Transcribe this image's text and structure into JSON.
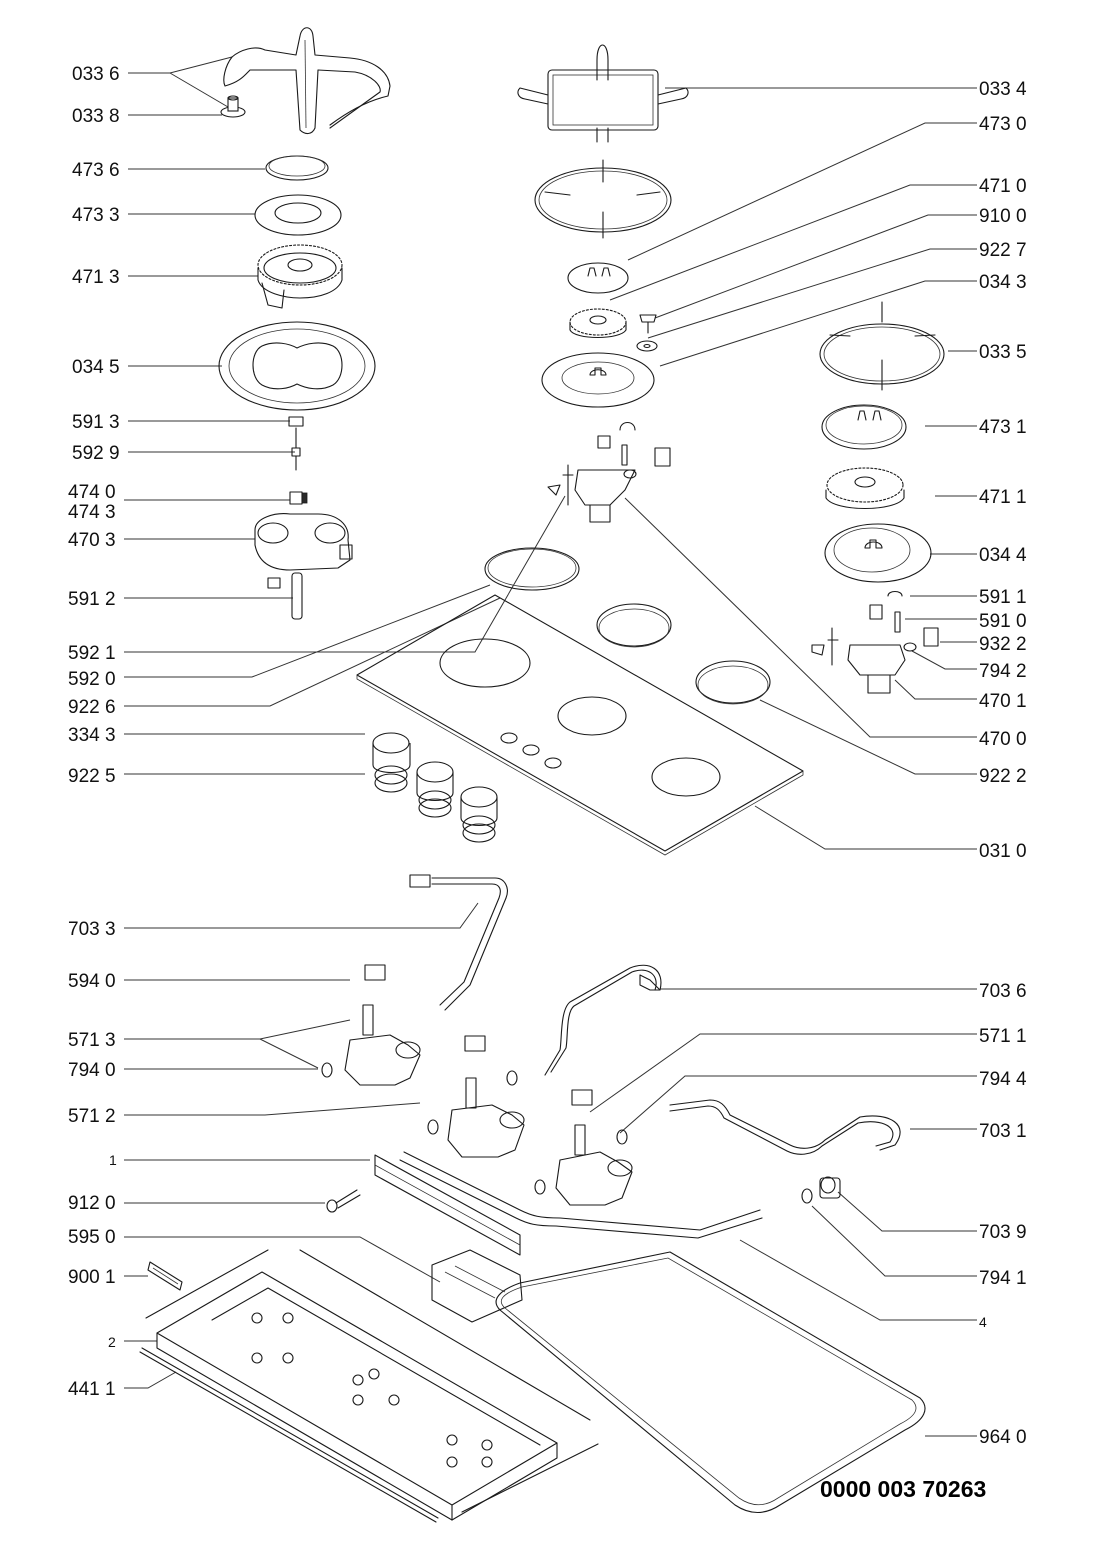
{
  "diagram": {
    "type": "exploded-parts-view",
    "subject": "gas hob",
    "background": "#ffffff",
    "line_color": "#1a1a1a",
    "document_code": "0000 003 70263"
  },
  "callouts_left": [
    {
      "id": "0336",
      "label": "033 6",
      "part": "pan-support-large"
    },
    {
      "id": "0338",
      "label": "033 8",
      "part": "rubber-foot"
    },
    {
      "id": "4736",
      "label": "473 6",
      "part": "burner-cap-inner"
    },
    {
      "id": "4733",
      "label": "473 3",
      "part": "burner-cap-ring"
    },
    {
      "id": "4713",
      "label": "471 3",
      "part": "burner-head-wok"
    },
    {
      "id": "0345",
      "label": "034 5",
      "part": "drip-pan-large"
    },
    {
      "id": "5913",
      "label": "591 3",
      "part": "clip"
    },
    {
      "id": "5929",
      "label": "592 9",
      "part": "thermocouple"
    },
    {
      "id": "4740",
      "label": "474 0",
      "part": "injector"
    },
    {
      "id": "4743",
      "label": "474 3",
      "part": "injector-alt"
    },
    {
      "id": "4703",
      "label": "470 3",
      "part": "burner-body-wok"
    },
    {
      "id": "5912",
      "label": "591 2",
      "part": "ignition-plug"
    },
    {
      "id": "5921",
      "label": "592 1",
      "part": "ignition-electrode"
    },
    {
      "id": "5920",
      "label": "592 0",
      "part": "thermocouple-small"
    },
    {
      "id": "9226",
      "label": "922 6",
      "part": "seal-large"
    },
    {
      "id": "3343",
      "label": "334 3",
      "part": "control-knob"
    },
    {
      "id": "9225",
      "label": "922 5",
      "part": "knob-bezel"
    },
    {
      "id": "7033",
      "label": "703 3",
      "part": "gas-pipe-a"
    },
    {
      "id": "5940",
      "label": "594 0",
      "part": "microswitch"
    },
    {
      "id": "5713",
      "label": "571 3",
      "part": "gas-tap-a"
    },
    {
      "id": "7940",
      "label": "794 0",
      "part": "o-ring-a"
    },
    {
      "id": "5712",
      "label": "571 2",
      "part": "gas-tap-b"
    },
    {
      "id": "1",
      "label": "1",
      "part": "manifold-bracket"
    },
    {
      "id": "9120",
      "label": "912 0",
      "part": "screw"
    },
    {
      "id": "5950",
      "label": "595 0",
      "part": "ignition-module"
    },
    {
      "id": "9001",
      "label": "900 1",
      "part": "fixing-bracket"
    },
    {
      "id": "2",
      "label": "2",
      "part": "base-tray"
    },
    {
      "id": "4411",
      "label": "441 1",
      "part": "side-strip"
    }
  ],
  "callouts_right": [
    {
      "id": "0334",
      "label": "033 4",
      "part": "pan-support-small"
    },
    {
      "id": "4730",
      "label": "473 0",
      "part": "burner-cap-small"
    },
    {
      "id": "4710",
      "label": "471 0",
      "part": "burner-head-small"
    },
    {
      "id": "9100",
      "label": "910 0",
      "part": "screw-small"
    },
    {
      "id": "9227",
      "label": "922 7",
      "part": "washer"
    },
    {
      "id": "0343",
      "label": "034 3",
      "part": "drip-pan-medium"
    },
    {
      "id": "0335",
      "label": "033 5",
      "part": "pan-support-round"
    },
    {
      "id": "4731",
      "label": "473 1",
      "part": "burner-cap-medium"
    },
    {
      "id": "4711",
      "label": "471 1",
      "part": "burner-head-medium"
    },
    {
      "id": "0344",
      "label": "034 4",
      "part": "drip-pan-small"
    },
    {
      "id": "5911",
      "label": "591 1",
      "part": "spring-clip"
    },
    {
      "id": "5910",
      "label": "591 0",
      "part": "electrode-pin"
    },
    {
      "id": "9322",
      "label": "932 2",
      "part": "retaining-clip"
    },
    {
      "id": "7942",
      "label": "794 2",
      "part": "o-ring-b"
    },
    {
      "id": "4701",
      "label": "470 1",
      "part": "burner-body-medium"
    },
    {
      "id": "4700",
      "label": "470 0",
      "part": "burner-body-small"
    },
    {
      "id": "9222",
      "label": "922 2",
      "part": "burner-seal"
    },
    {
      "id": "0310",
      "label": "031 0",
      "part": "cooktop-plate"
    },
    {
      "id": "7036",
      "label": "703 6",
      "part": "gas-pipe-b"
    },
    {
      "id": "5711",
      "label": "571 1",
      "part": "gas-tap-c"
    },
    {
      "id": "7944",
      "label": "794 4",
      "part": "o-ring-c"
    },
    {
      "id": "7031",
      "label": "703 1",
      "part": "gas-pipe-c"
    },
    {
      "id": "7039",
      "label": "703 9",
      "part": "elbow-connector"
    },
    {
      "id": "7941",
      "label": "794 1",
      "part": "o-ring-d"
    },
    {
      "id": "4",
      "label": "4",
      "part": "main-gas-rail"
    },
    {
      "id": "9640",
      "label": "964 0",
      "part": "perimeter-gasket"
    }
  ]
}
